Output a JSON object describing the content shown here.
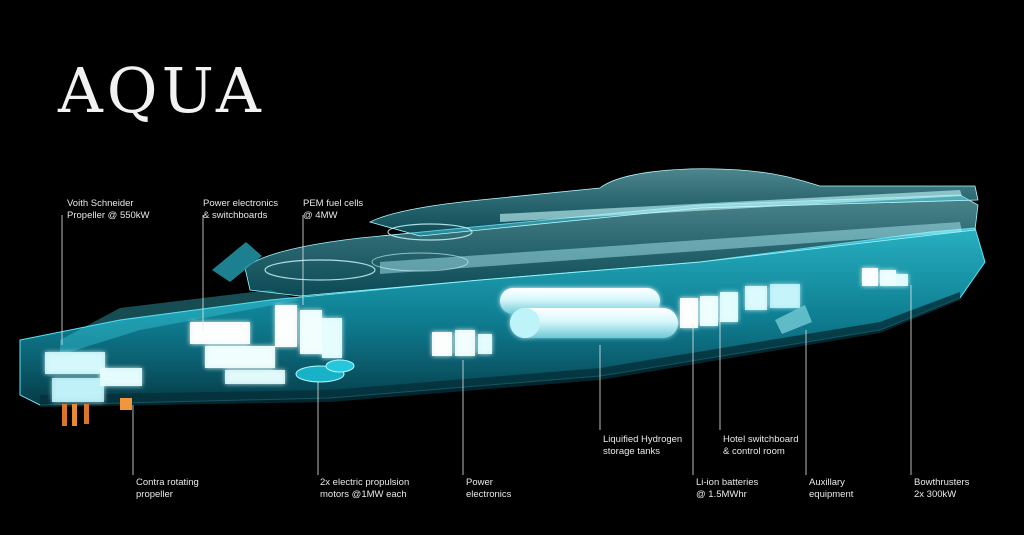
{
  "brand": {
    "logo_text": "AQUA"
  },
  "colors": {
    "background": "#000000",
    "hull_cyan": "#1fb8cf",
    "glow": "#7df0ff",
    "label_text": "#e9e9e9"
  },
  "callouts": {
    "voith": {
      "line1": "Voith Schneider",
      "line2": "Propeller @ 550kW"
    },
    "power_switch": {
      "line1": "Power electronics",
      "line2": "& switchboards"
    },
    "pem": {
      "line1": "PEM fuel cells",
      "line2": "@ 4MW"
    },
    "contra": {
      "line1": "Contra rotating",
      "line2": "propeller"
    },
    "motors": {
      "line1": "2x electric propulsion",
      "line2": "motors @1MW each"
    },
    "power_elec": {
      "line1": "Power",
      "line2": "electronics"
    },
    "hydrogen": {
      "line1": "Liquified Hydrogen",
      "line2": "storage tanks"
    },
    "li_ion": {
      "line1": "Li-ion batteries",
      "line2": "@ 1.5MWhr"
    },
    "hotel": {
      "line1": "Hotel switchboard",
      "line2": "& control room"
    },
    "auxillary": {
      "line1": "Auxillary",
      "line2": "equipment"
    },
    "bowthrusters": {
      "line1": "Bowthrusters",
      "line2": "2x 300kW"
    }
  }
}
